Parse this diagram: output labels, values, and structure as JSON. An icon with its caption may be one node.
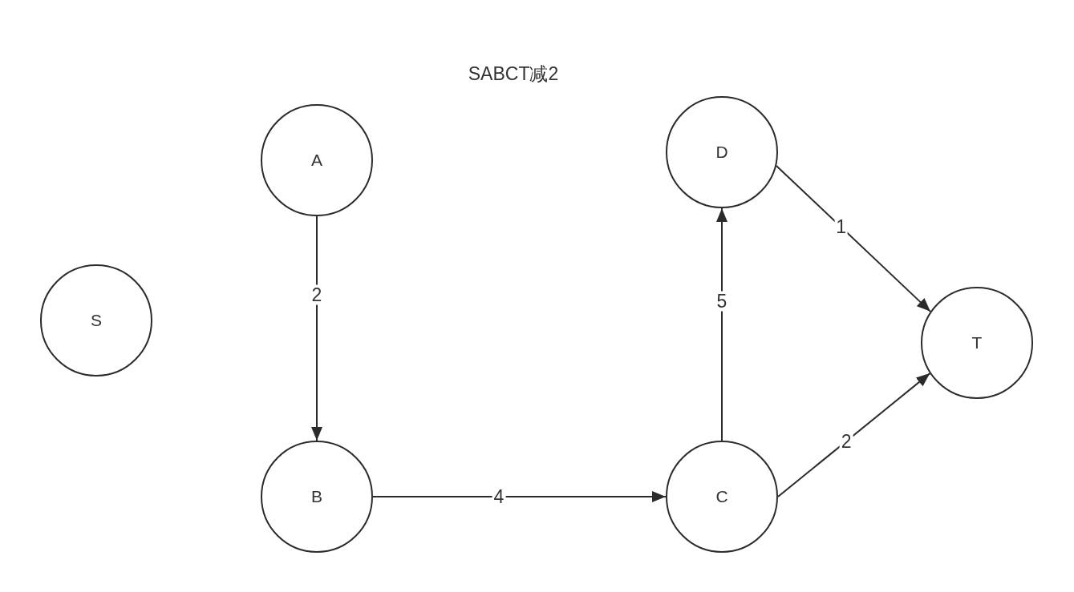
{
  "diagram": {
    "title": "SABCT减2",
    "nodes": [
      {
        "text": [
          "S"
        ]
      },
      {
        "text": [
          "A"
        ]
      },
      {
        "text": [
          "B"
        ]
      },
      {
        "text": [
          "C"
        ]
      },
      {
        "text": [
          "D"
        ]
      },
      {
        "text": [
          "T"
        ]
      }
    ],
    "edges": [
      {
        "from": 1,
        "to": 2,
        "arrow": "to",
        "label": "2"
      },
      {
        "from": 2,
        "to": 3,
        "arrow": "to",
        "label": "4"
      },
      {
        "from": 3,
        "to": 4,
        "arrow": "to",
        "label": "5"
      },
      {
        "from": 4,
        "to": 5,
        "arrow": "to",
        "label": "1"
      },
      {
        "from": 3,
        "to": 5,
        "arrow": "to",
        "label": "2"
      }
    ]
  }
}
